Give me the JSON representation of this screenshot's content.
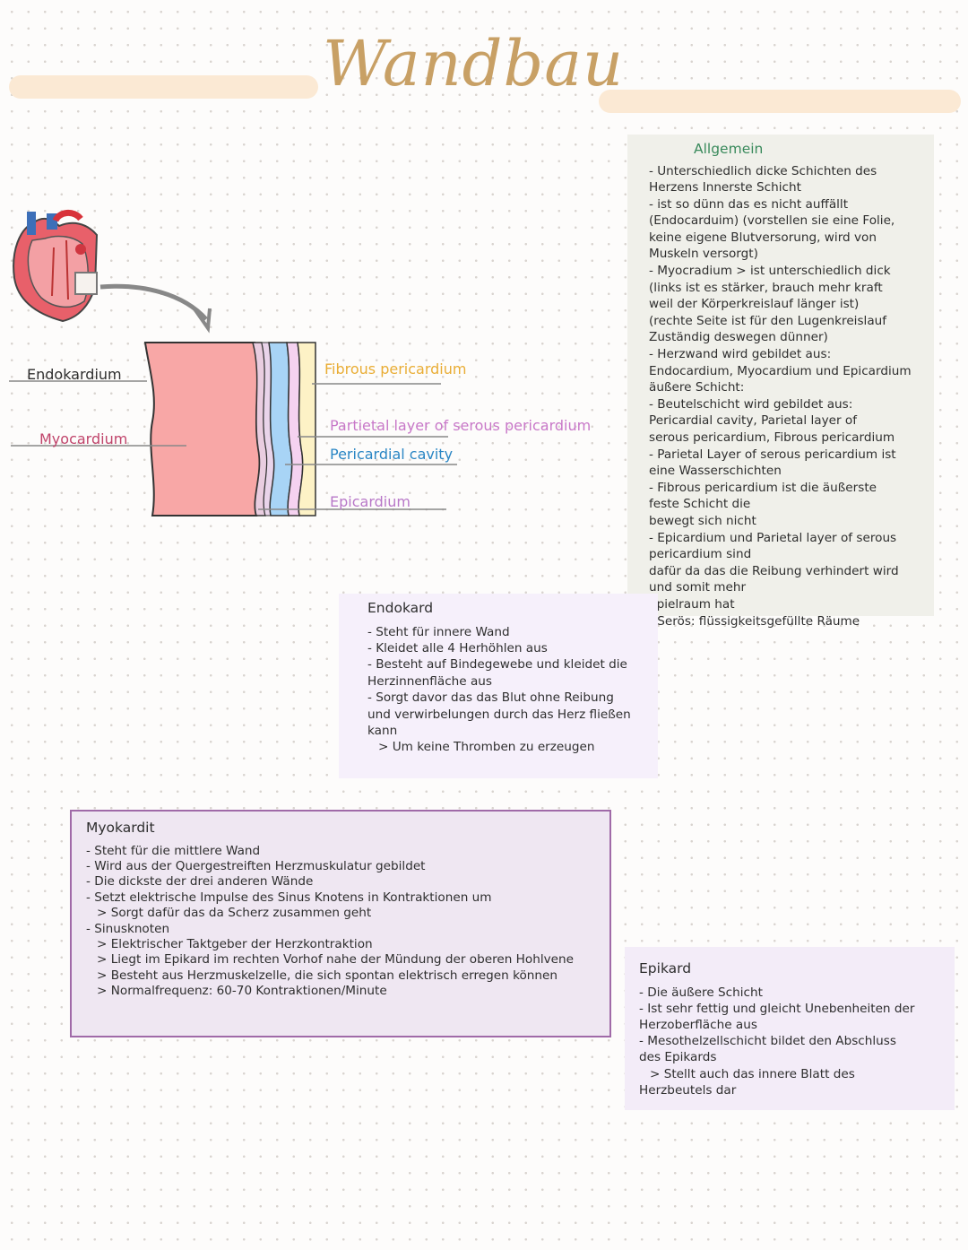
{
  "title": "Wandbau",
  "diagram": {
    "labels": {
      "endokardium": "Endokardium",
      "myocardium": "Myocardium",
      "fibrous": "Fibrous pericardium",
      "parietal": "Partietal layer of serous pericardium",
      "cavity": "Pericardial cavity",
      "epicardium": "Epicardium"
    },
    "colors": {
      "endokardium": "#2e2e2e",
      "myocardium": "#c0446b",
      "fibrous": "#e9ad35",
      "parietal": "#c878c8",
      "cavity": "#2a86c4",
      "epicardium": "#b878c8"
    }
  },
  "allgemein": {
    "heading": "Allgemein",
    "lines": [
      "- Unterschiedlich dicke Schichten des",
      "Herzens Innerste Schicht",
      "- ist so dünn das es nicht auffällt",
      "(Endocarduim) (vorstellen sie eine Folie,",
      "keine eigene Blutversorung, wird von",
      "Muskeln versorgt)",
      "- Myocradium > ist unterschiedlich dick",
      "(links ist es stärker, brauch mehr kraft",
      "weil der Körperkreislauf länger ist)",
      "(rechte Seite ist für den Lugenkreislauf",
      "Zuständig deswegen dünner)",
      "- Herzwand wird gebildet aus:",
      "Endocardium, Myocardium und Epicardium",
      "äußere Schicht:",
      "- Beutelschicht wird gebildet aus:",
      "Pericardial cavity, Parietal layer of",
      "serous pericardium, Fibrous pericardium",
      "- Parietal Layer of serous pericardium ist",
      "eine Wasserschichten",
      "- Fibrous pericardium ist die äußerste",
      "feste Schicht die",
      "bewegt sich nicht",
      "- Epicardium und Parietal layer of serous",
      "pericardium sind",
      "dafür da das die Reibung verhindert wird",
      "und somit mehr",
      "Spielraum hat",
      "- Serös: flüssigkeitsgefüllte Räume"
    ]
  },
  "endokard": {
    "heading": "Endokard",
    "lines": [
      "- Steht für innere Wand",
      "- Kleidet alle 4 Herhöhlen aus",
      "- Besteht auf Bindegewebe und kleidet die",
      "Herzinnenfläche aus",
      "- Sorgt davor das das Blut ohne Reibung",
      "und verwirbelungen durch das Herz fließen",
      "kann",
      "  > Um keine Thromben zu erzeugen"
    ]
  },
  "myokardit": {
    "heading": "Myokardit",
    "lines": [
      "- Steht für die mittlere Wand",
      "- Wird aus der Quergestreiften Herzmuskulatur gebildet",
      "- Die dickste der drei anderen Wände",
      "- Setzt elektrische Impulse des Sinus Knotens in Kontraktionen um",
      "  > Sorgt dafür das da Scherz zusammen geht",
      "- Sinusknoten",
      "  > Elektrischer Taktgeber der Herzkontraktion",
      "  > Liegt im Epikard im rechten Vorhof nahe der Mündung der oberen Hohlvene",
      "  > Besteht aus Herzmuskelzelle, die sich spontan elektrisch erregen können",
      "  > Normalfrequenz: 60-70 Kontraktionen/Minute"
    ]
  },
  "epikard": {
    "heading": "Epikard",
    "lines": [
      "- Die äußere Schicht",
      "- Ist sehr fettig und gleicht Unebenheiten der",
      "Herzoberfläche aus",
      "- Mesothelzellschicht bildet den Abschluss",
      "des Epikards",
      "  > Stellt auch das innere Blatt des",
      "Herzbeutels dar"
    ]
  }
}
